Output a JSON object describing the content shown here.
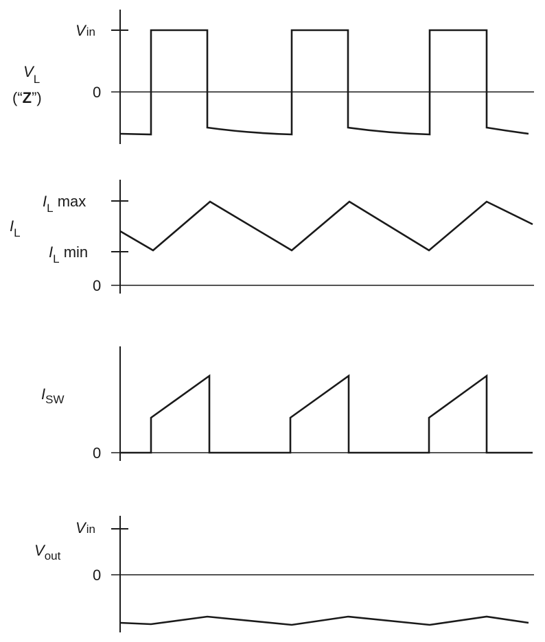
{
  "panels": {
    "vl": {
      "name_main": "V",
      "name_sub": "L",
      "alias_open": "(“",
      "alias_bold": "Z",
      "alias_close": "”)",
      "ticks": {
        "vin_main": "V",
        "vin_sub": "in",
        "zero": "0"
      }
    },
    "il": {
      "name_main": "I",
      "name_sub": "L",
      "ticks": {
        "max_main": "I",
        "max_sub": "L",
        "max_suffix": " max",
        "min_main": "I",
        "min_sub": "L",
        "min_suffix": " min",
        "zero": "0"
      }
    },
    "isw": {
      "name_main": "I",
      "name_sub": "SW",
      "ticks": {
        "zero": "0"
      }
    },
    "vout": {
      "name_main": "V",
      "name_sub": "out",
      "ticks": {
        "vin_main": "V",
        "vin_sub": "in",
        "zero": "0"
      }
    }
  }
}
